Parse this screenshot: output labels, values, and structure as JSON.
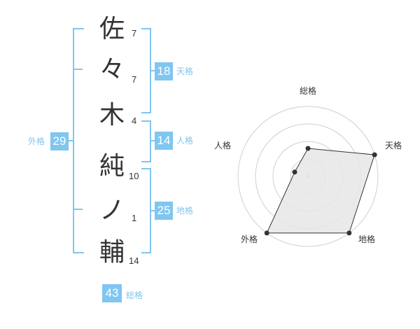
{
  "name": {
    "characters": [
      "佐",
      "々",
      "木",
      "純",
      "ノ",
      "輔"
    ],
    "strokes": [
      "7",
      "7",
      "4",
      "10",
      "1",
      "14"
    ]
  },
  "fortunes": {
    "tenkaku": {
      "value": "18",
      "label": "天格"
    },
    "jinkaku": {
      "value": "14",
      "label": "人格"
    },
    "chikaku": {
      "value": "25",
      "label": "地格"
    },
    "gaikaku": {
      "value": "29",
      "label": "外格"
    },
    "soukaku": {
      "value": "43",
      "label": "総格"
    }
  },
  "radar": {
    "labels": {
      "top": "総格",
      "upper_right": "天格",
      "lower_right": "地格",
      "lower_left": "外格",
      "upper_left": "人格"
    },
    "levels": [
      2,
      5,
      5,
      5,
      1
    ],
    "max": 5,
    "colors": {
      "grid": "#d0d0d0",
      "fill": "#e6e6e6",
      "stroke": "#333333"
    }
  },
  "colors": {
    "accent": "#7fc6f1"
  }
}
